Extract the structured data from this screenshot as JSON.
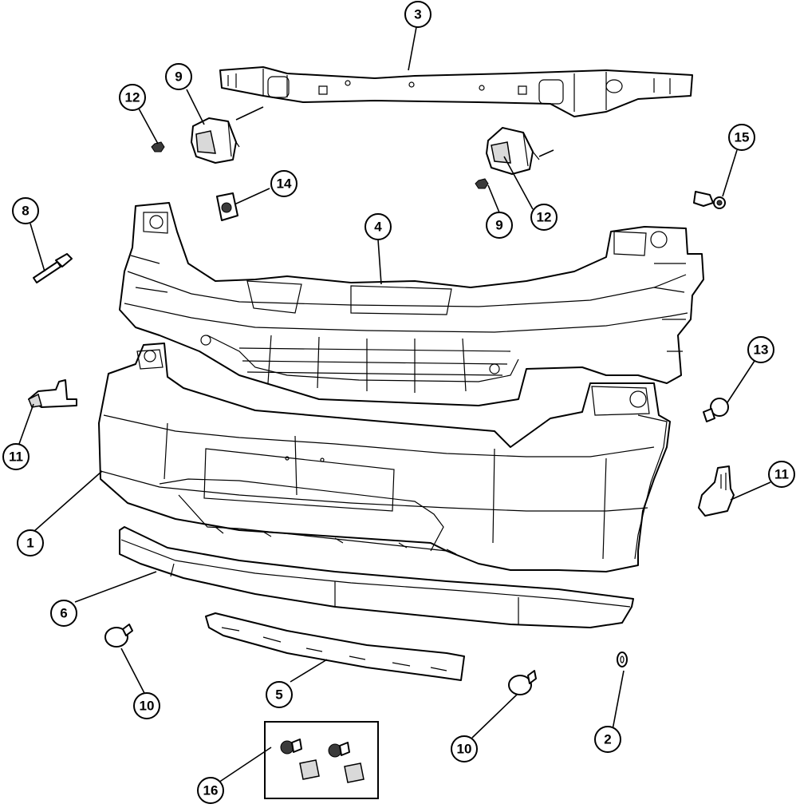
{
  "callouts": [
    {
      "id": "c1",
      "label": "1"
    },
    {
      "id": "c2",
      "label": "2"
    },
    {
      "id": "c3",
      "label": "3"
    },
    {
      "id": "c4",
      "label": "4"
    },
    {
      "id": "c5",
      "label": "5"
    },
    {
      "id": "c6",
      "label": "6"
    },
    {
      "id": "c8",
      "label": "8"
    },
    {
      "id": "c9a",
      "label": "9"
    },
    {
      "id": "c9b",
      "label": "9"
    },
    {
      "id": "c10a",
      "label": "10"
    },
    {
      "id": "c10b",
      "label": "10"
    },
    {
      "id": "c11a",
      "label": "11"
    },
    {
      "id": "c11b",
      "label": "11"
    },
    {
      "id": "c12a",
      "label": "12"
    },
    {
      "id": "c12b",
      "label": "12"
    },
    {
      "id": "c13",
      "label": "13"
    },
    {
      "id": "c14",
      "label": "14"
    },
    {
      "id": "c15",
      "label": "15"
    },
    {
      "id": "c16",
      "label": "16"
    }
  ]
}
